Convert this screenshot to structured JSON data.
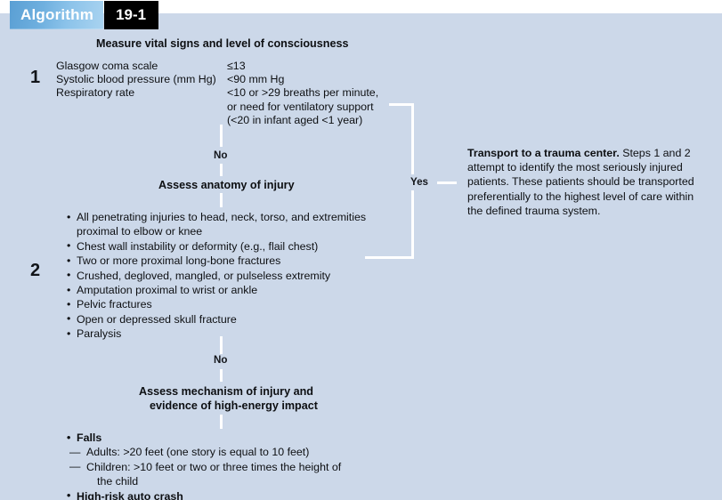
{
  "banner": {
    "label": "Algorithm",
    "number": "19-1"
  },
  "colors": {
    "background": "#ccd8e9",
    "banner_gradient_start": "#5a9fd4",
    "banner_gradient_end": "#a9d3f0",
    "banner_number_bg": "#000000",
    "connector_line": "#ffffff",
    "text": "#0d0f12"
  },
  "steps": {
    "one": {
      "number": "1",
      "heading": "Measure vital signs and level of consciousness",
      "criteria": [
        {
          "name": "Glasgow coma scale",
          "value": "≤13"
        },
        {
          "name": "Systolic blood pressure (mm Hg)",
          "value": "<90 mm Hg"
        },
        {
          "name": "Respiratory rate",
          "value": "<10 or >29 breaths per minute,"
        }
      ],
      "value_continuation": [
        "or need for ventilatory support",
        "(<20 in infant aged <1 year)"
      ]
    },
    "two": {
      "number": "2",
      "heading": "Assess anatomy of injury",
      "bullets": [
        {
          "text": "All penetrating injuries to head, neck, torso, and extremities",
          "continuation": "proximal to elbow or knee"
        },
        {
          "text": "Chest wall instability or deformity (e.g., flail chest)"
        },
        {
          "text": "Two or more proximal long-bone fractures"
        },
        {
          "text": "Crushed, degloved, mangled, or pulseless extremity"
        },
        {
          "text": "Amputation proximal to wrist or ankle"
        },
        {
          "text": "Pelvic fractures"
        },
        {
          "text": "Open or depressed skull fracture"
        },
        {
          "text": "Paralysis"
        }
      ]
    },
    "three": {
      "heading_line1": "Assess mechanism of injury and",
      "heading_line2": "evidence of high-energy impact",
      "bullets": [
        {
          "text": "Falls",
          "bold": true,
          "sub": [
            {
              "text": "Adults: >20 feet (one story is equal to 10 feet)"
            },
            {
              "text": "Children: >10 feet or two or three times the height of",
              "continuation": "the child"
            }
          ]
        },
        {
          "text": "High-risk auto crash",
          "bold": true
        }
      ]
    }
  },
  "branch_labels": {
    "no_first": "No",
    "no_second": "No",
    "yes": "Yes"
  },
  "outcome": {
    "lead": "Transport to a trauma center.",
    "body": " Steps 1 and 2 attempt to identify the most seriously injured patients. These patients should be transported preferentially to the highest level of care within the defined trauma system."
  }
}
